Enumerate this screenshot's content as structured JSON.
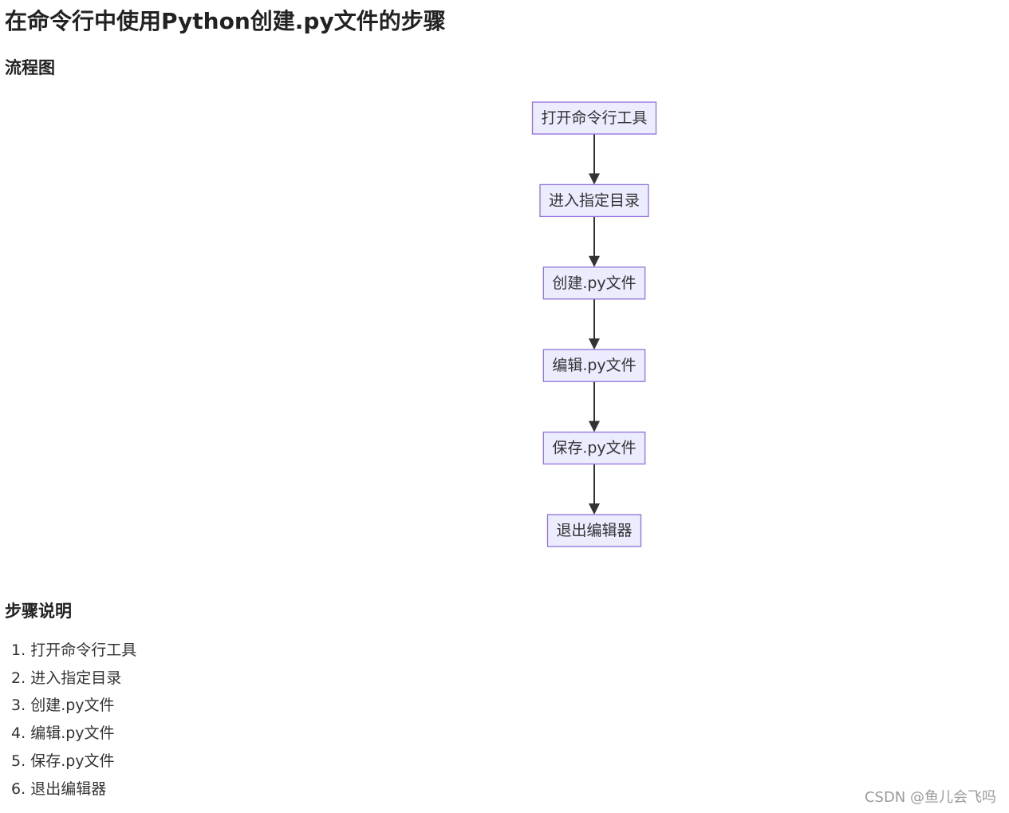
{
  "page": {
    "title": "在命令行中使用Python创建.py文件的步骤",
    "flowchart_heading": "流程图",
    "steps_heading": "步骤说明"
  },
  "flowchart": {
    "nodes": [
      {
        "id": "A",
        "label": "打开命令行工具"
      },
      {
        "id": "B",
        "label": "进入指定目录"
      },
      {
        "id": "C",
        "label": "创建.py文件"
      },
      {
        "id": "D",
        "label": "编辑.py文件"
      },
      {
        "id": "E",
        "label": "保存.py文件"
      },
      {
        "id": "F",
        "label": "退出编辑器"
      }
    ],
    "edges": [
      {
        "from": "A",
        "to": "B"
      },
      {
        "from": "B",
        "to": "C"
      },
      {
        "from": "C",
        "to": "D"
      },
      {
        "from": "D",
        "to": "E"
      },
      {
        "from": "E",
        "to": "F"
      }
    ],
    "colors": {
      "node_fill": "#ECECFF",
      "node_border": "#9370DB",
      "edge": "#333333",
      "text": "#333333"
    }
  },
  "steps": [
    {
      "number": "1.",
      "text": "打开命令行工具"
    },
    {
      "number": "2.",
      "text": "进入指定目录"
    },
    {
      "number": "3.",
      "text": "创建.py文件"
    },
    {
      "number": "4.",
      "text": "编辑.py文件"
    },
    {
      "number": "5.",
      "text": "保存.py文件"
    },
    {
      "number": "6.",
      "text": "退出编辑器"
    }
  ],
  "watermark": "CSDN @鱼儿会飞吗"
}
